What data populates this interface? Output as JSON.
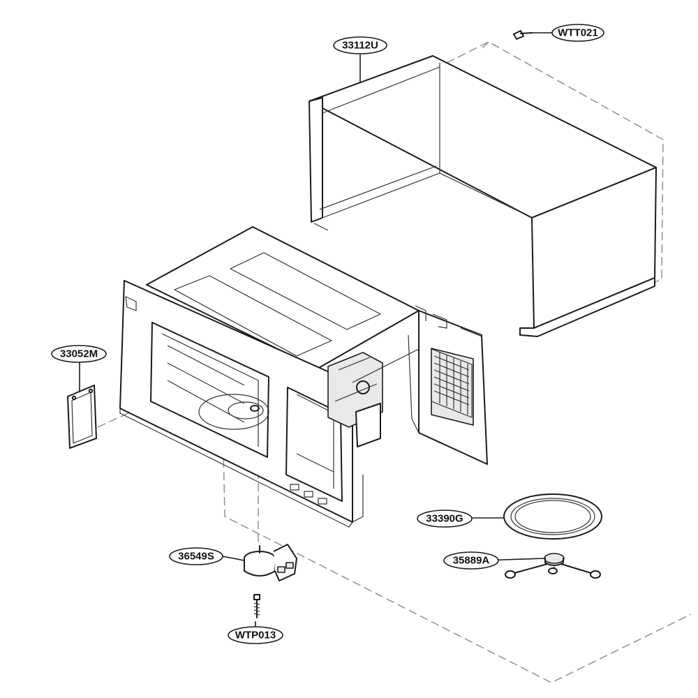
{
  "labels": {
    "cabinet": "33112U",
    "cabinet_screw": "WTT021",
    "waveguide_cover": "33052M",
    "glass_tray": "33390G",
    "roller_guide": "35889A",
    "turntable_motor": "36549S",
    "motor_screw": "WTP013"
  }
}
